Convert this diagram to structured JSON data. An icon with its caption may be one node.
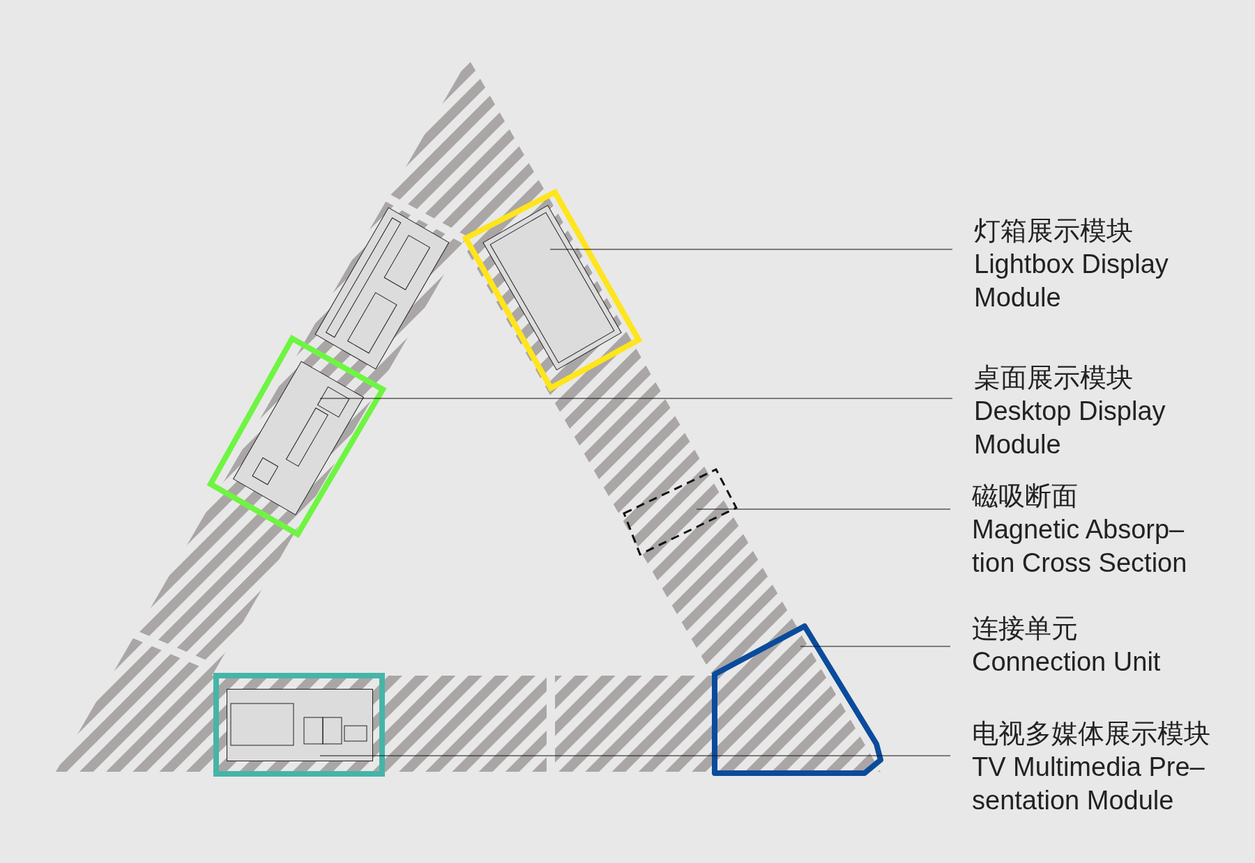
{
  "diagram": {
    "nodes": [
      {
        "text": [
          "灯箱展示模块",
          "Lightbox Display Module"
        ]
      },
      {
        "text": [
          "桌面展示模块",
          "Desktop Display Module"
        ]
      },
      {
        "text": [
          "磁吸断面",
          "Magnetic Absorp–tion Cross Section"
        ]
      },
      {
        "text": [
          "连接单元",
          "Connection Unit"
        ]
      },
      {
        "text": [
          "电视多媒体展示模块",
          "TV Multimedia Pre–sentation Module"
        ]
      },
      {
        "text": [],
        "shape": "box"
      },
      {
        "text": [],
        "shape": "box"
      },
      {
        "text": [],
        "shape": "box"
      },
      {
        "text": [],
        "shape": "pentagon"
      },
      {
        "text": [],
        "shape": "box"
      }
    ],
    "edges": [
      {
        "from": 0,
        "to": 5,
        "arrow": "none"
      },
      {
        "from": 1,
        "to": 6,
        "arrow": "none"
      },
      {
        "from": 2,
        "to": 7,
        "arrow": "none"
      },
      {
        "from": 3,
        "to": 8,
        "arrow": "none"
      },
      {
        "from": 4,
        "to": 9,
        "arrow": "none"
      }
    ]
  }
}
